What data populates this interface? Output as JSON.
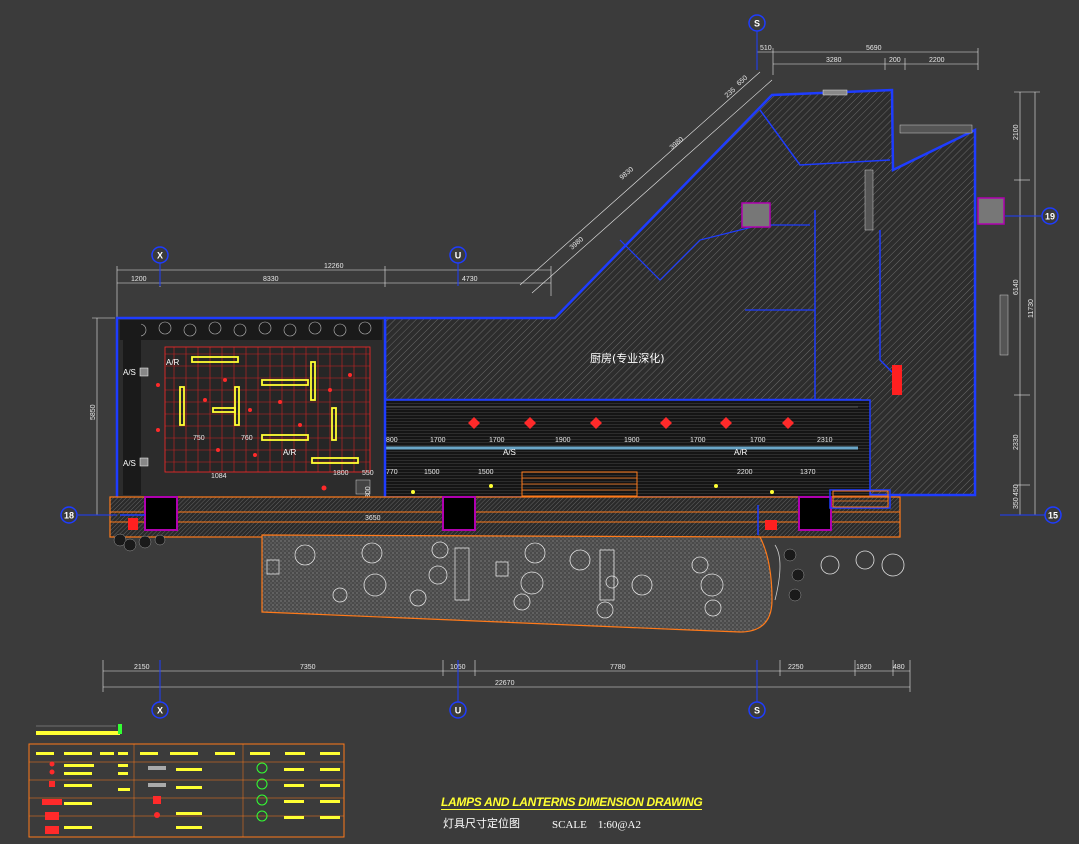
{
  "title": {
    "english": "LAMPS AND LANTERNS DIMENSION DRAWING",
    "chinese": "灯具尺寸定位图",
    "scale": "SCALE　1:60@A2"
  },
  "room_label": "厨房(专业深化)",
  "labels": {
    "as_1": "A/S",
    "as_2": "A/S",
    "ar_1": "A/R",
    "ar_2": "A/R",
    "as_3": "A/S",
    "ar_3": "A/R"
  },
  "axes": {
    "x_top": "X",
    "u_top": "U",
    "s_top": "S",
    "x_bot": "X",
    "u_bot": "U",
    "s_bot": "S",
    "r18_left": "18",
    "r19_right": "19",
    "r15_right": "15"
  },
  "dims_top": {
    "d1": "1200",
    "d2": "8330",
    "d3": "12260",
    "d4": "4730",
    "s_510": "510",
    "s_5690": "5690",
    "s_3280": "3280",
    "s_200": "200",
    "s_2200": "2200"
  },
  "dims_diag": {
    "a": "3980",
    "b": "9830",
    "c": "3980",
    "d": "235",
    "e": "650"
  },
  "dims_right": {
    "a": "2100",
    "b": "11730",
    "c": "6140",
    "d": "2330",
    "e": "350",
    "f": "450"
  },
  "dims_left": {
    "a": "5850"
  },
  "dims_inner_row1": [
    "800",
    "1700",
    "1700",
    "1900",
    "1900",
    "1700",
    "1700",
    "2310"
  ],
  "dims_inner_row2": [
    "770",
    "1500",
    "1500",
    "2200",
    "1370"
  ],
  "dims_inner_misc": {
    "a": "1800",
    "b": "550",
    "c": "300",
    "d": "3650",
    "e": "1084",
    "f": "750",
    "g": "760"
  },
  "dims_bottom": {
    "d1": "2150",
    "d2": "7350",
    "d3": "1050",
    "d4": "7780",
    "d5": "2250",
    "d6": "1820",
    "d7": "480",
    "total": "22670"
  },
  "colors": {
    "background": "#3b3b3b",
    "wall": "#1e3cff",
    "light": "#ff2a2a",
    "fixture": "#ffff33",
    "dim": "#e8e8e8",
    "orange": "#ff7a1a",
    "legend_green": "#33ff33"
  }
}
